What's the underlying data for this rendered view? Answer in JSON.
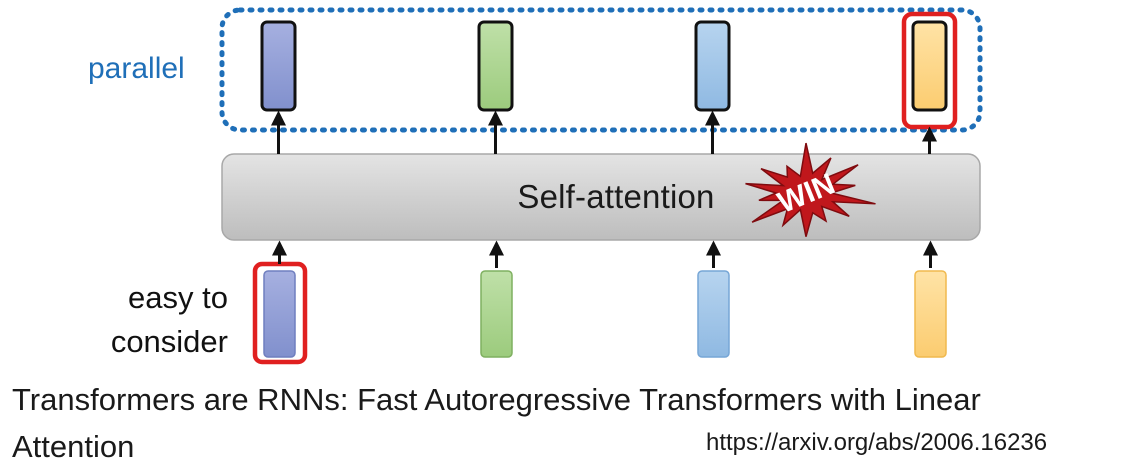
{
  "labels": {
    "parallel": "parallel",
    "easy_line1": "easy to",
    "easy_line2": "consider",
    "block": "Self-attention",
    "badge": "WIN"
  },
  "caption": {
    "title_line1": "Transformers are RNNs: Fast Autoregressive Transformers with Linear",
    "title_line2": "Attention",
    "url": "https://arxiv.org/abs/2006.16236"
  },
  "colors": {
    "blue_dark": "#8c9ad3",
    "green": "#a9d18e",
    "blue_light": "#9dc3e6",
    "yellow": "#ffd68a",
    "highlight_red": "#e02020",
    "dotted_blue": "#1f6fb8",
    "block_fill": "#c9c9c9",
    "badge_red": "#c0171c"
  },
  "inputs": [
    {
      "color_key": "blue_dark",
      "highlighted": true
    },
    {
      "color_key": "green",
      "highlighted": false
    },
    {
      "color_key": "blue_light",
      "highlighted": false
    },
    {
      "color_key": "yellow",
      "highlighted": false
    }
  ],
  "outputs": [
    {
      "color_key": "blue_dark",
      "highlighted": false
    },
    {
      "color_key": "green",
      "highlighted": false
    },
    {
      "color_key": "blue_light",
      "highlighted": false
    },
    {
      "color_key": "yellow",
      "highlighted": true
    }
  ]
}
